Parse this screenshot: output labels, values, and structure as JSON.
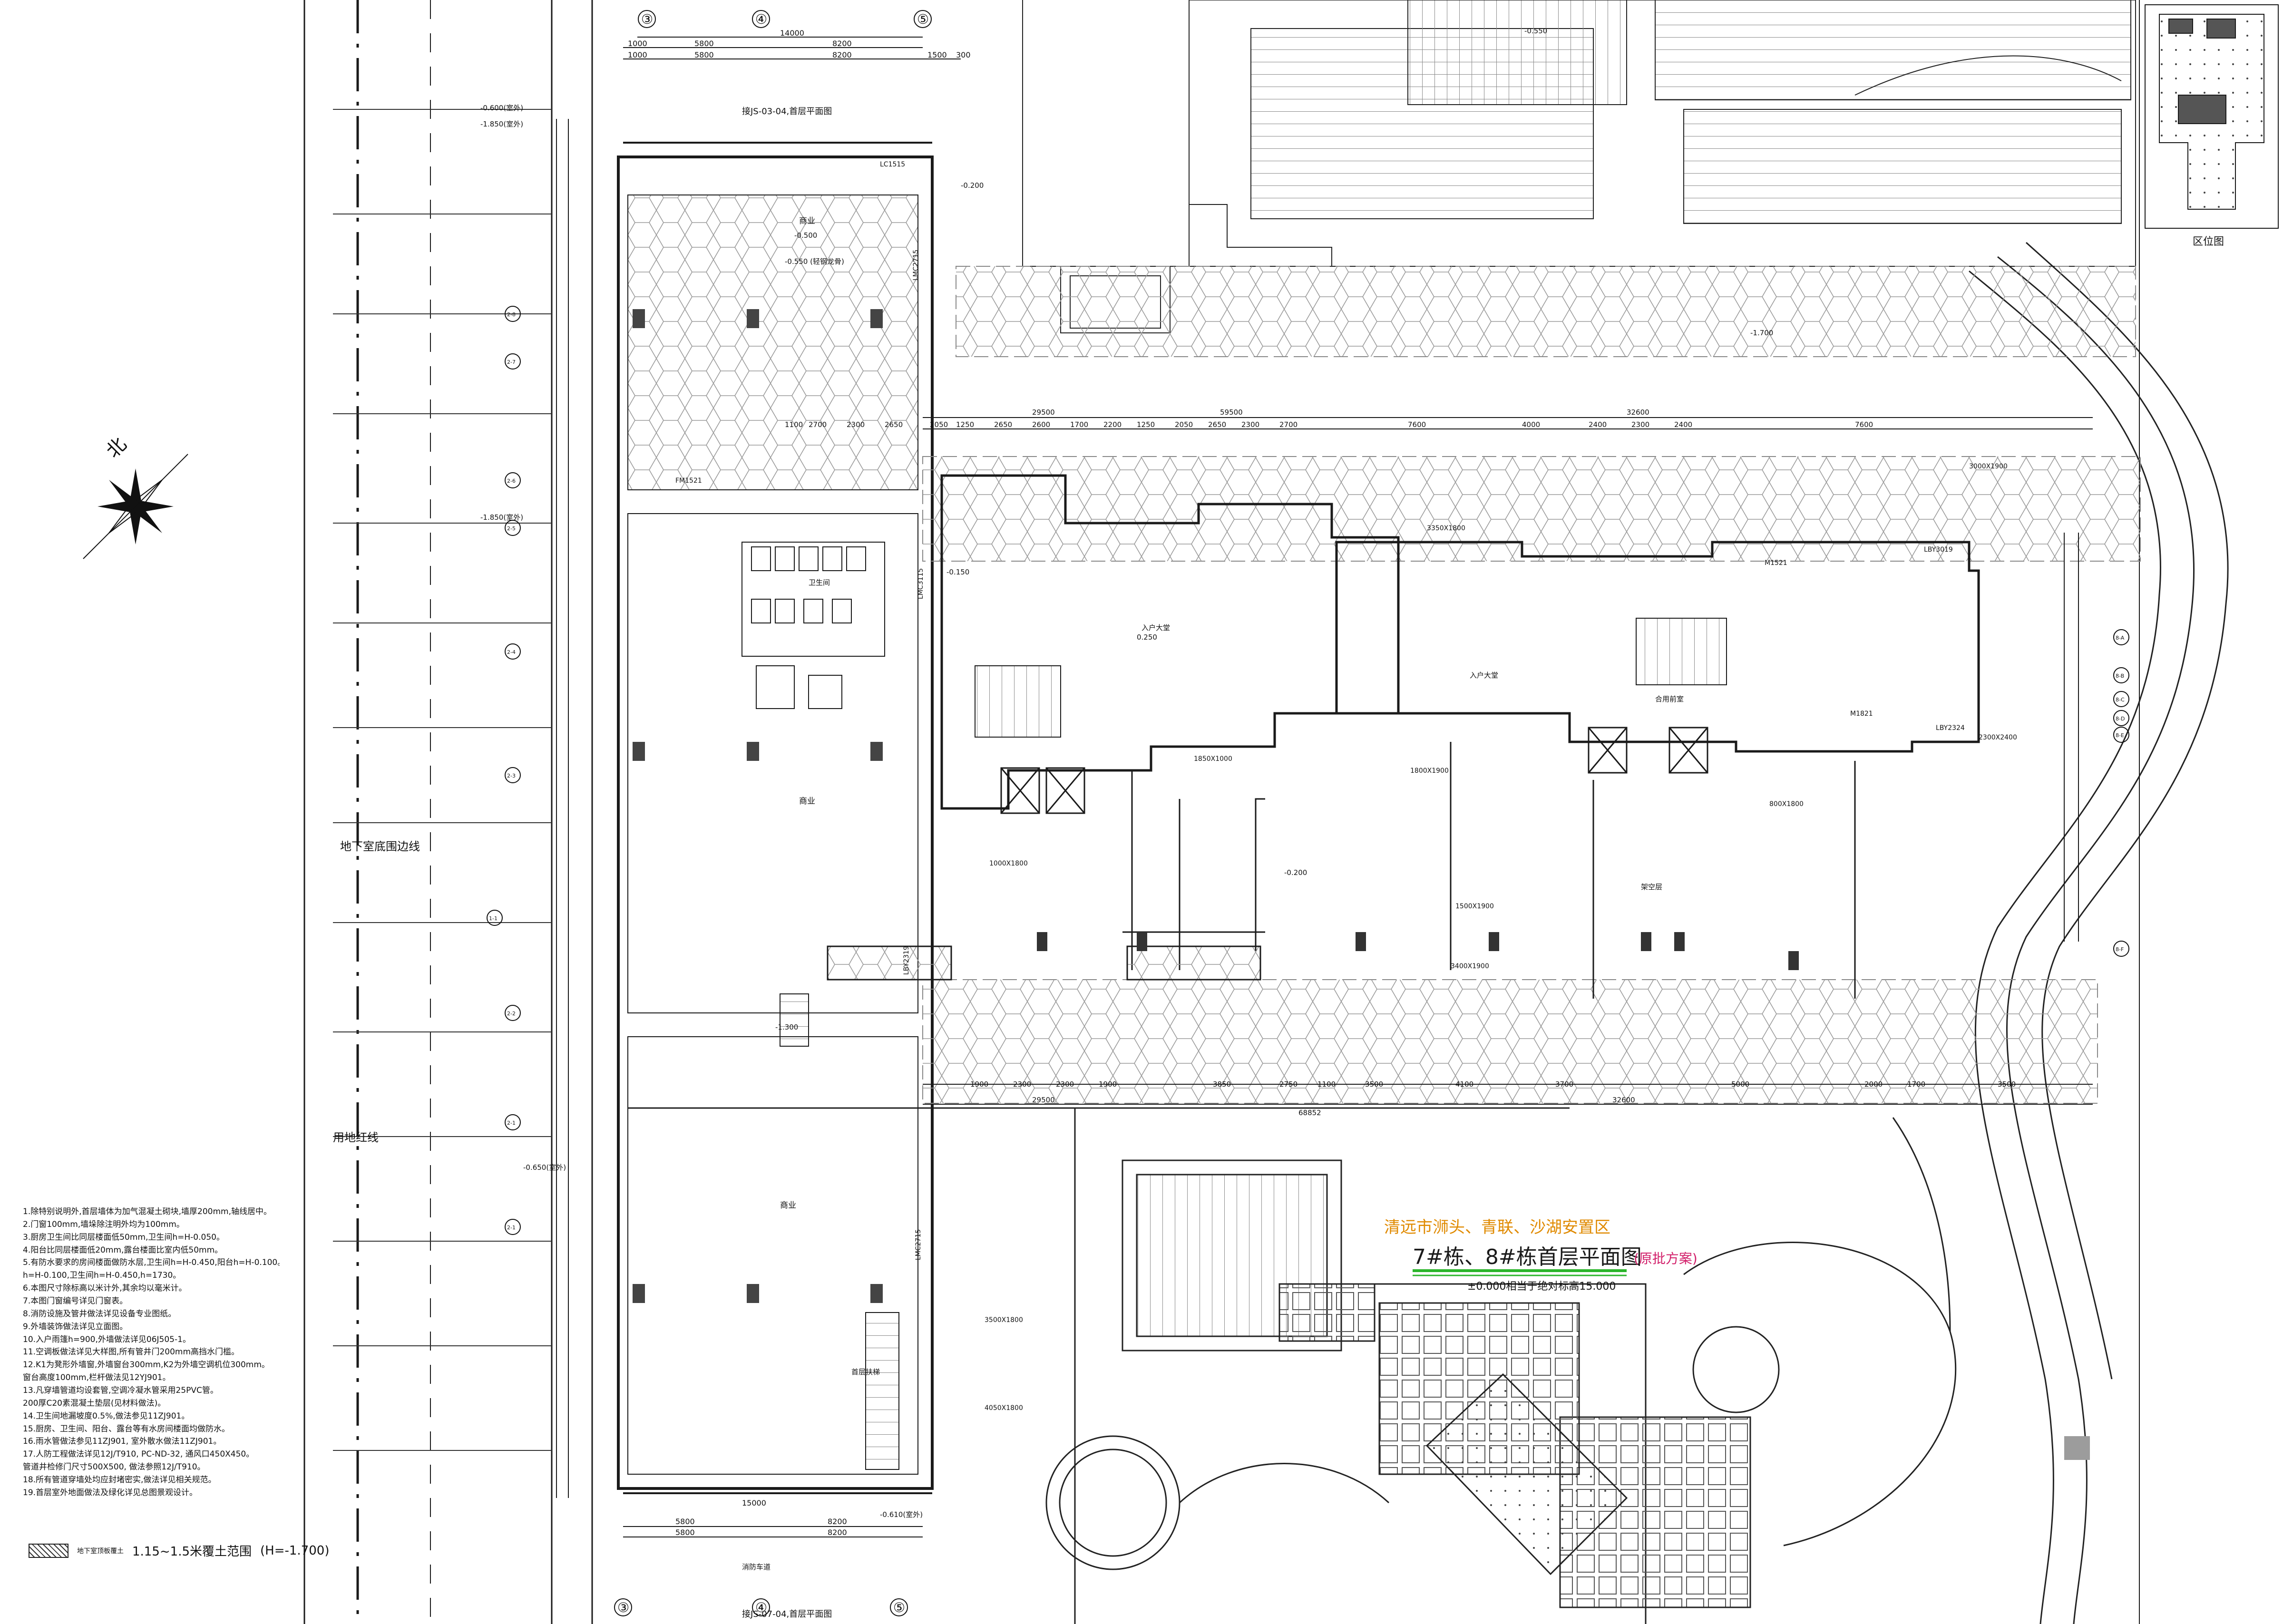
{
  "drawing": {
    "title_line1": "清远市浉头、青联、沙湖安置区",
    "title_bldg": "7#栋、8#栋首层平面图",
    "title_note": "(原批方案)",
    "elevation_note": "±0.000相当于绝对标高15.000",
    "keyplan_label": "区位图",
    "north_label": "北",
    "colors": {
      "title": "#e08a00",
      "bldg": "#1a1a1a",
      "note": "#d21f6a",
      "underline": "#2bb52b",
      "line": "#1a1a1a"
    }
  },
  "grid_axes": {
    "top_bubbles": [
      "③",
      "④",
      "⑤"
    ],
    "bottom_bubbles": [
      "③",
      "④",
      "⑤"
    ],
    "top_dims_row1": [
      "14000"
    ],
    "top_dims_row2": [
      "1000",
      "5800",
      "8200"
    ],
    "top_dims_row3": [
      "1000",
      "5800",
      "8200",
      "1500",
      "300"
    ],
    "bottom_dims_row1": [
      "15000"
    ],
    "bottom_dims_row2": [
      "5800",
      "8200"
    ],
    "bottom_dims_row3": [
      "5800",
      "8200"
    ],
    "building_dims_top": [
      "1100",
      "2700",
      "2300",
      "2650",
      "2050",
      "1250",
      "2650",
      "2600",
      "1700",
      "2200",
      "1250",
      "2050",
      "2650",
      "2300",
      "2700",
      "7600",
      "4000",
      "2400",
      "2300",
      "2400",
      "7600"
    ],
    "building_totals": [
      "29500",
      "59500",
      "32600"
    ],
    "building_dims_bottom": [
      "1900",
      "2300",
      "2300",
      "1900",
      "3850",
      "2750",
      "1100",
      "3500",
      "4100",
      "3700",
      "5000",
      "2000",
      "1700",
      "3500"
    ],
    "building_totals_bottom": [
      "29500",
      "32600",
      "68852"
    ],
    "left_bubbles": [
      "2-8",
      "2-7",
      "2-6",
      "2-5",
      "2-4",
      "2-3",
      "2-2",
      "2-1",
      "1-1",
      "2-1"
    ],
    "right_bubbles": [
      "8-A",
      "8-B",
      "8-C",
      "8-D",
      "8-E",
      "8-F"
    ]
  },
  "labels": {
    "boundary_basement": "地下室底围边线",
    "boundary_site": "用地红线",
    "ref_top": "接JS-03-04,首层平面图",
    "ref_bottom": "接JS-07-04,首层平面图",
    "elev_neg": [
      "-0.600(室外)",
      "-1.850(室外)",
      "-0.550",
      "-1.850(室外)",
      "-0.650(室外)",
      "-0.610(室外)"
    ],
    "elev_rooms": [
      "-0.500",
      "-0.550 (轻钢龙骨)",
      "-0.200",
      "-0.150",
      "0.250",
      "-0.200",
      "-1.700",
      "-1.300"
    ],
    "room_labels": [
      "商业",
      "商业",
      "商业",
      "合用前室",
      "入户大堂",
      "入户大堂",
      "卫生间",
      "消防车道",
      "首层扶梯",
      "架空层"
    ],
    "window_codes": [
      "LC1515",
      "FM1521",
      "LMC2715",
      "LMC3115",
      "M1521",
      "M1821",
      "LBY3019",
      "LBY2324",
      "LBY2319",
      "LMC2715"
    ],
    "opening_sizes": [
      "1850X1000",
      "1800X1900",
      "1000X1800",
      "1500X1900",
      "3400X1900",
      "3500X1800",
      "4050X1800",
      "800X1800",
      "2300X2400",
      "3000X1900",
      "3350X1800"
    ]
  },
  "notes": [
    "1.除特别说明外,首层墙体为加气混凝土砌块,墙厚200mm,轴线居中。",
    "2.门窗100mm,墙垛除注明外均为100mm。",
    "3.厨房卫生间比同层楼面低50mm,卫生间h=H-0.050。",
    "4.阳台比同层楼面低20mm,露台楼面比室内低50mm。",
    "5.有防水要求的房间楼面做防水层,卫生间h=H-0.450,阳台h=H-0.100。",
    "   h=H-0.100,卫生间h=H-0.450,h=1730。",
    "6.本图尺寸除标高以米计外,其余均以毫米计。",
    "7.本图门窗编号详见门窗表。",
    "8.消防设施及管井做法详见设备专业图纸。",
    "9.外墙装饰做法详见立面图。",
    "10.入户雨篷h=900,外墙做法详见06J505-1。",
    "11.空调板做法详见大样图,所有管井门200mm高挡水门槛。",
    "12.K1为凳形外墙窗,外墙窗台300mm,K2为外墙空调机位300mm。",
    "   窗台高度100mm,栏杆做法见12YJ901。",
    "13.凡穿墙管道均设套管,空调冷凝水管采用25PVC管。",
    "   200厚C20素混凝土垫层(见材料做法)。",
    "14.卫生间地漏坡度0.5%,做法参见11ZJ901。",
    "15.厨房、卫生间、阳台、露台等有水房间楼面均做防水。",
    "16.雨水管做法参见11ZJ901,  室外散水做法11ZJ901。",
    "17.人防工程做法详见12J/T910,  PC-ND-32,  通风口450X450。",
    "    管道井检修门尺寸500X500,  做法参照12J/T910。",
    "18.所有管道穿墙处均应封堵密实,做法详见相关规范。",
    "19.首层室外地面做法及绿化详见总图景观设计。"
  ],
  "legend": {
    "label": "地下室顶板覆土",
    "value": "1.15~1.5米覆土范围",
    "extra": "(H=-1.700)"
  }
}
